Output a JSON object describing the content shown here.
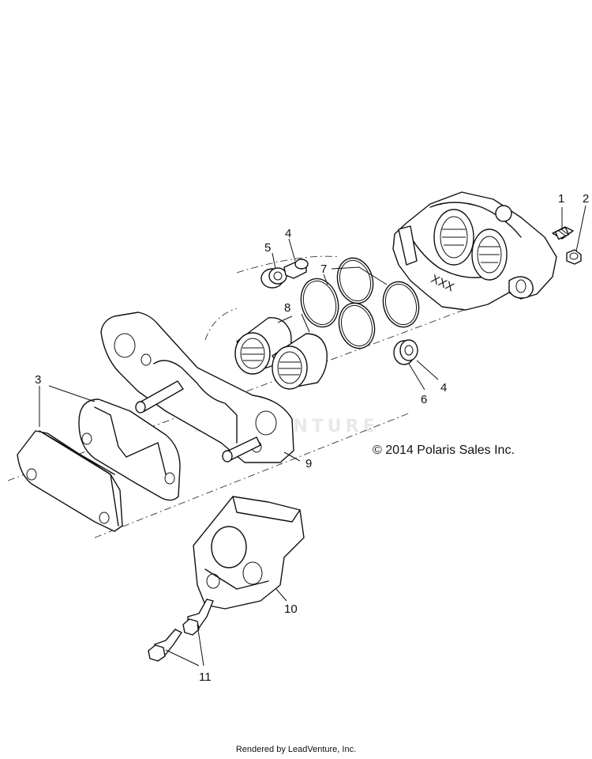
{
  "callouts": {
    "c1": "1",
    "c2": "2",
    "c3": "3",
    "c4a": "4",
    "c4b": "4",
    "c5": "5",
    "c6": "6",
    "c7": "7",
    "c8": "8",
    "c9": "9",
    "c10": "10",
    "c11": "11"
  },
  "copyright": "© 2014 Polaris Sales Inc.",
  "watermark": "LEADVENTURE",
  "footer": "Rendered by LeadVenture, Inc."
}
